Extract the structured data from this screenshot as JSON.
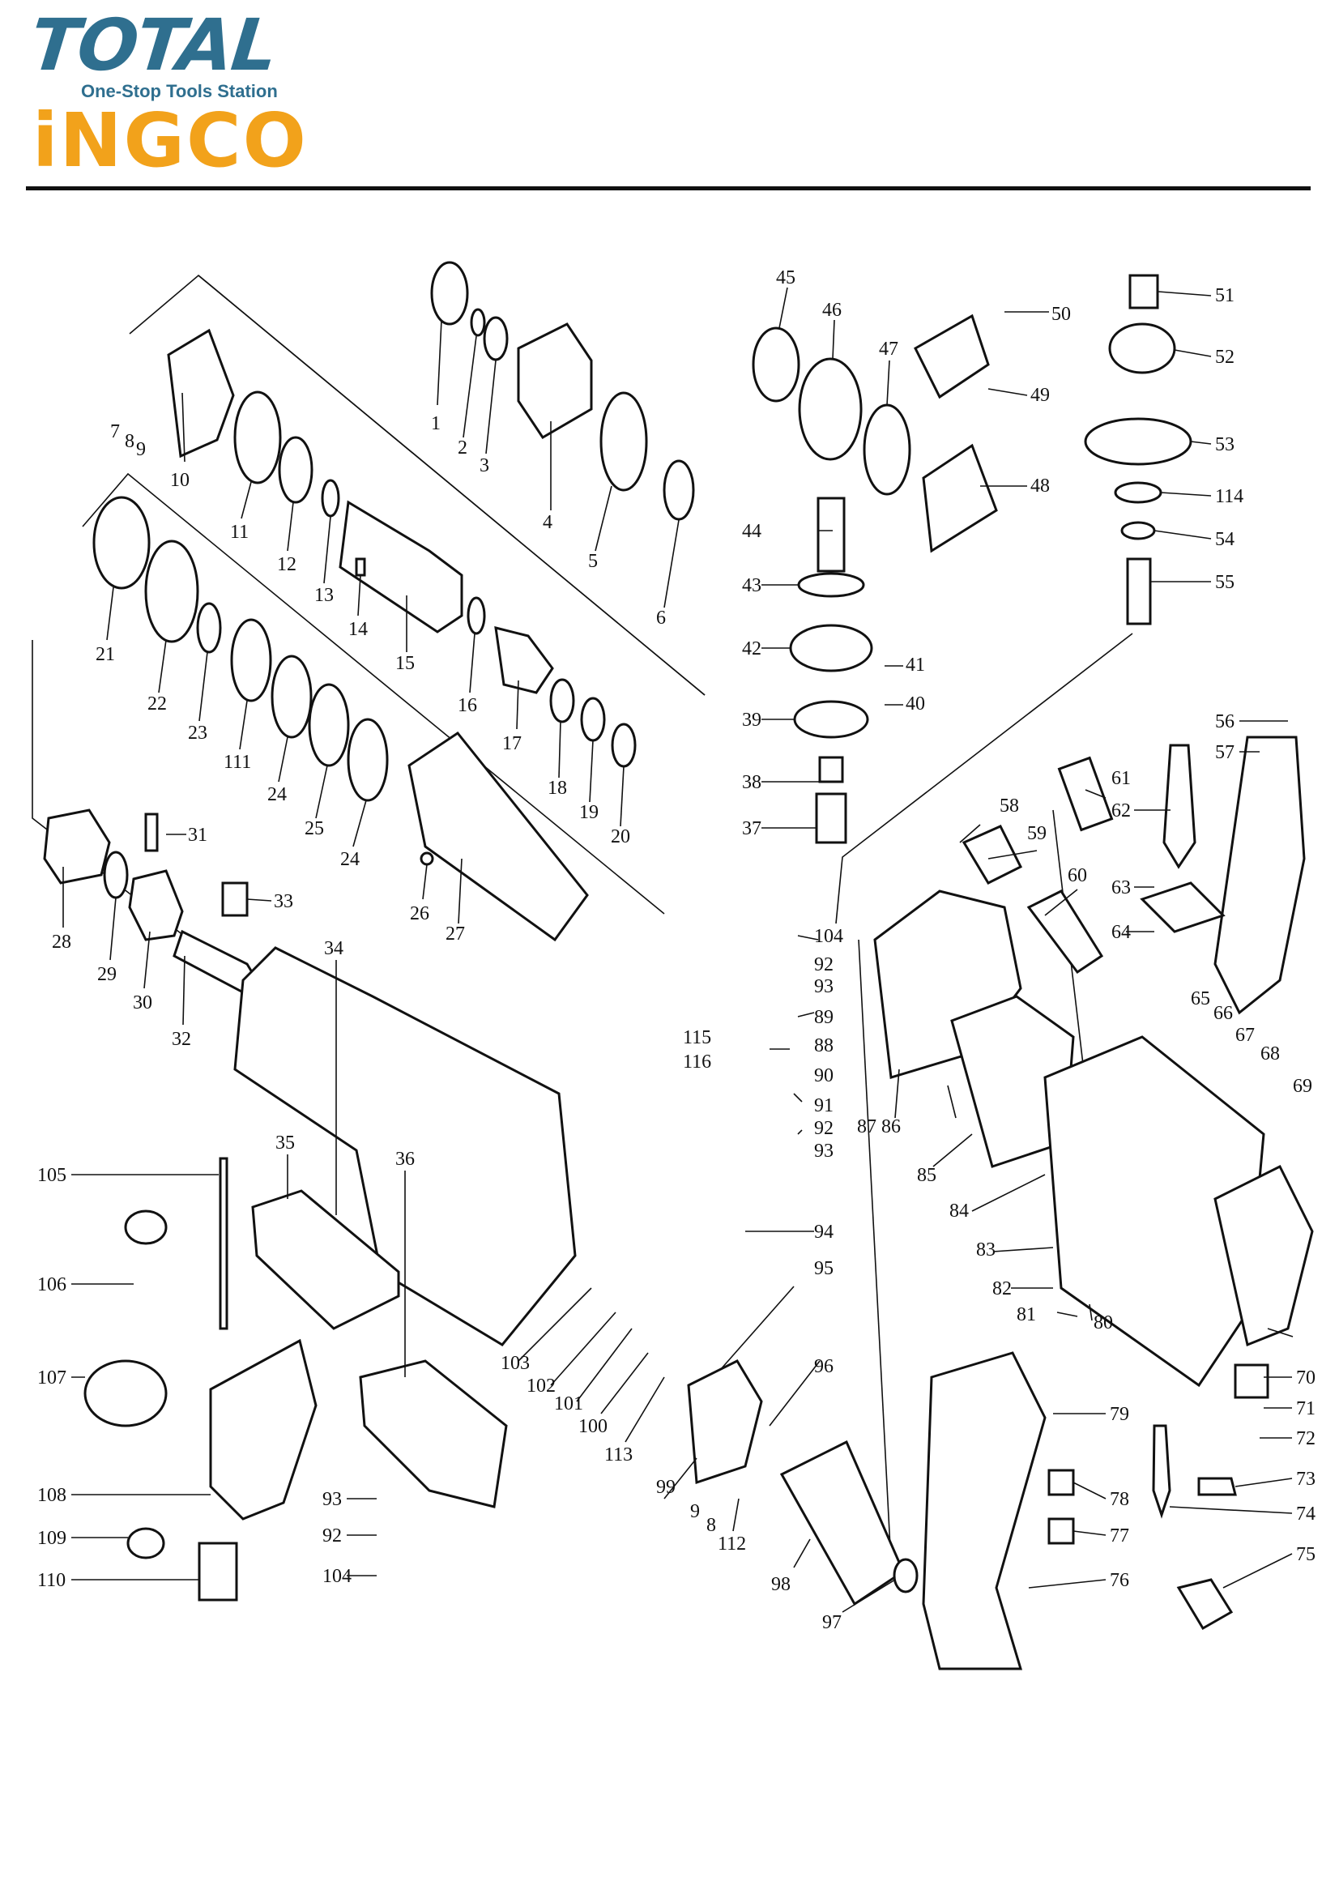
{
  "header": {
    "brand_primary": "TOTAL",
    "brand_tagline": "One-Stop Tools Station",
    "brand_secondary": "iNGCO"
  },
  "colors": {
    "total_blue": "#2f6f8f",
    "ingco_orange": "#f2a21b",
    "line": "#111111"
  },
  "part_labels": [
    "1",
    "2",
    "3",
    "4",
    "5",
    "6",
    "7",
    "8",
    "9",
    "10",
    "11",
    "12",
    "13",
    "14",
    "15",
    "16",
    "17",
    "18",
    "19",
    "20",
    "21",
    "22",
    "23",
    "24",
    "25",
    "26",
    "27",
    "28",
    "29",
    "30",
    "31",
    "32",
    "33",
    "34",
    "35",
    "36",
    "37",
    "38",
    "39",
    "40",
    "41",
    "42",
    "43",
    "44",
    "45",
    "46",
    "47",
    "48",
    "49",
    "50",
    "51",
    "52",
    "53",
    "54",
    "55",
    "56",
    "57",
    "58",
    "59",
    "60",
    "61",
    "62",
    "63",
    "64",
    "65",
    "66",
    "67",
    "68",
    "69",
    "70",
    "71",
    "72",
    "73",
    "74",
    "75",
    "76",
    "77",
    "78",
    "79",
    "80",
    "81",
    "82",
    "83",
    "84",
    "85",
    "86",
    "87",
    "88",
    "89",
    "90",
    "91",
    "92",
    "93",
    "94",
    "95",
    "96",
    "97",
    "98",
    "99",
    "100",
    "101",
    "102",
    "103",
    "104",
    "105",
    "106",
    "107",
    "108",
    "109",
    "110",
    "111",
    "112",
    "113",
    "114",
    "115",
    "116"
  ],
  "repeated_labels": [
    "24",
    "92",
    "93",
    "104",
    "8",
    "9"
  ]
}
